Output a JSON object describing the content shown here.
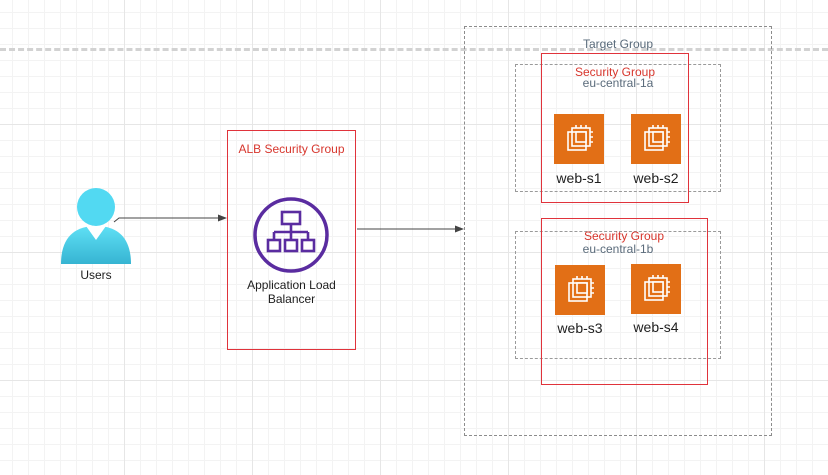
{
  "target_group": {
    "label": "Target Group"
  },
  "zones": [
    {
      "sg_label": "Security Group",
      "az_label": "eu-central-1a",
      "instances": [
        {
          "name": "web-s1"
        },
        {
          "name": "web-s2"
        }
      ]
    },
    {
      "sg_label": "Security Group",
      "az_label": "eu-central-1b",
      "instances": [
        {
          "name": "web-s3"
        },
        {
          "name": "web-s4"
        }
      ]
    }
  ],
  "alb": {
    "sg_label": "ALB Security Group",
    "label_line1": "Application Load",
    "label_line2": "Balancer"
  },
  "users": {
    "label": "Users"
  },
  "icons": {
    "ec2": "ec2-instance-icon",
    "alb": "load-balancer-icon",
    "user": "user-icon"
  },
  "colors": {
    "security_group_border": "#e0333b",
    "ec2_fill": "#e26f16",
    "alb_purple": "#5a2ca0",
    "user_cyan": "#4ad6f0"
  }
}
